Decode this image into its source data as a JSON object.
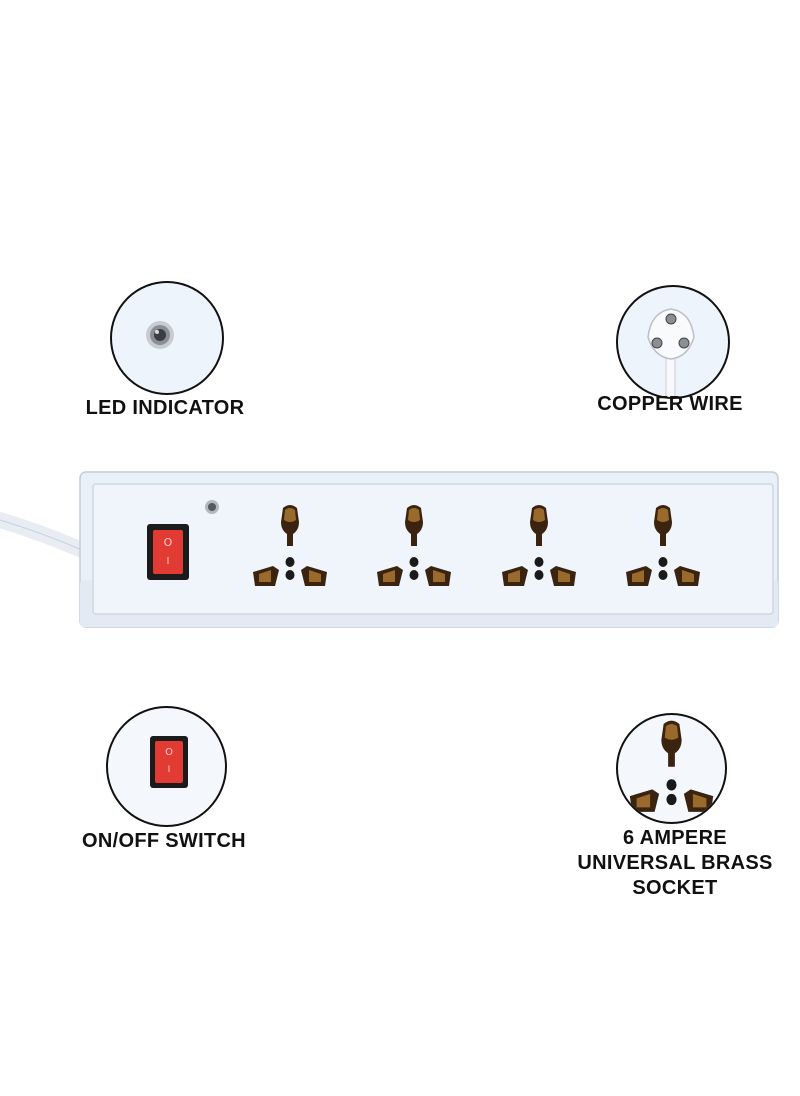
{
  "features": {
    "led": {
      "label": "LED INDICATOR"
    },
    "copper": {
      "label": "COPPER WIRE"
    },
    "switch": {
      "label": "ON/OFF SWITCH"
    },
    "socket": {
      "label_lines": [
        "6 AMPERE",
        "UNIVERSAL BRASS",
        "SOCKET"
      ]
    }
  },
  "product": {
    "socket_count": 4,
    "switch_marks": [
      "O",
      "I"
    ]
  },
  "colors": {
    "body": "#eef4fb",
    "switch_red": "#e23b33",
    "switch_bezel": "#1b1b1b",
    "brass": "#9a6a2c",
    "brass_dark": "#3a2410"
  }
}
